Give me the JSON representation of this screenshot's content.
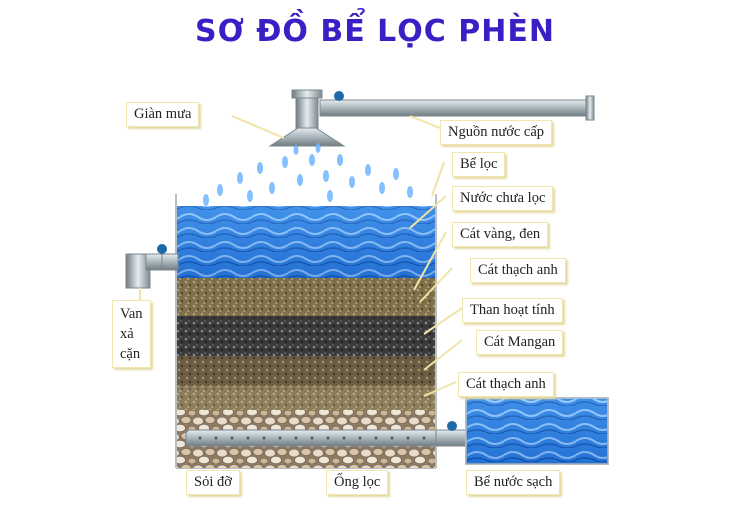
{
  "title": "SƠ ĐỒ BỂ LỌC PHÈN",
  "labels": {
    "gian_mua": "Giàn mưa",
    "nguon_nuoc_cap": "Nguồn nước cấp",
    "be_loc": "Bể lọc",
    "nuoc_chua_loc": "Nước chưa lọc",
    "cat_vang_den": "Cát vàng, đen",
    "cat_thach_anh_1": "Cát thạch anh",
    "than_hoat_tinh": "Than hoạt tính",
    "cat_mangan": "Cát Mangan",
    "cat_thach_anh_2": "Cát thạch anh",
    "van_xa_can": [
      "Van",
      "xả",
      "cặn"
    ],
    "soi_do": "Sỏi đỡ",
    "ong_loc": "Ống lọc",
    "be_nuoc_sach": "Bể nước sạch"
  },
  "colors": {
    "title": "#3a1fc4",
    "water": "#1e74d6",
    "sand_yellow": "#8a7a4e",
    "quartz": "#6f6250",
    "carbon": "#3c3a3a",
    "manganese": "#5b5140",
    "gravel": "#c8b49a",
    "pipe": "#9aa8ad"
  }
}
